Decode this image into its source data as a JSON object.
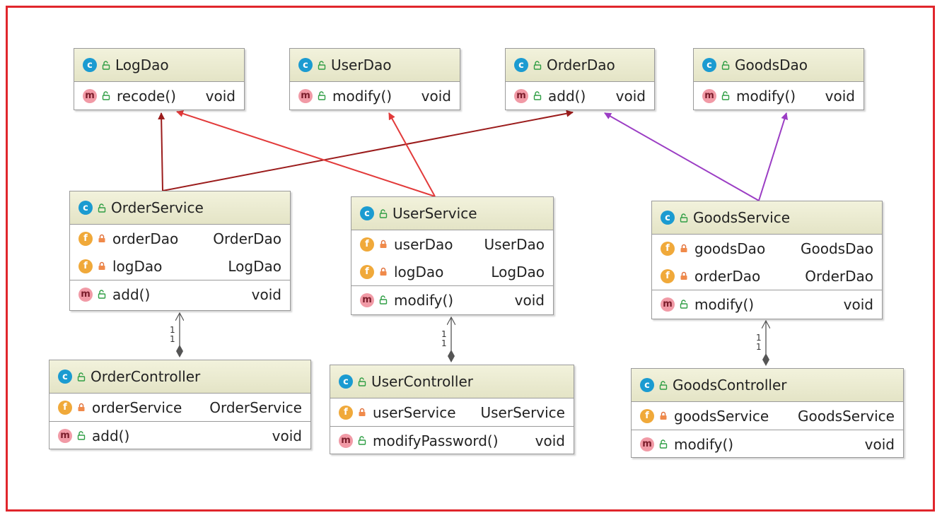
{
  "colors": {
    "frame": "#e0262c",
    "dark_red": "#9b1c1c",
    "red": "#e23a3a",
    "purple": "#9b3dc4",
    "gray": "#555555"
  },
  "classes": {
    "log_dao": {
      "name": "LogDao",
      "methods": [
        {
          "name": "recode()",
          "type": "void"
        }
      ]
    },
    "user_dao": {
      "name": "UserDao",
      "methods": [
        {
          "name": "modify()",
          "type": "void"
        }
      ]
    },
    "order_dao": {
      "name": "OrderDao",
      "methods": [
        {
          "name": "add()",
          "type": "void"
        }
      ]
    },
    "goods_dao": {
      "name": "GoodsDao",
      "methods": [
        {
          "name": "modify()",
          "type": "void"
        }
      ]
    },
    "order_service": {
      "name": "OrderService",
      "fields": [
        {
          "name": "orderDao",
          "type": "OrderDao"
        },
        {
          "name": "logDao",
          "type": "LogDao"
        }
      ],
      "methods": [
        {
          "name": "add()",
          "type": "void"
        }
      ]
    },
    "user_service": {
      "name": "UserService",
      "fields": [
        {
          "name": "userDao",
          "type": "UserDao"
        },
        {
          "name": "logDao",
          "type": "LogDao"
        }
      ],
      "methods": [
        {
          "name": "modify()",
          "type": "void"
        }
      ]
    },
    "goods_service": {
      "name": "GoodsService",
      "fields": [
        {
          "name": "goodsDao",
          "type": "GoodsDao"
        },
        {
          "name": "orderDao",
          "type": "OrderDao"
        }
      ],
      "methods": [
        {
          "name": "modify()",
          "type": "void"
        }
      ]
    },
    "order_controller": {
      "name": "OrderController",
      "fields": [
        {
          "name": "orderService",
          "type": "OrderService"
        }
      ],
      "methods": [
        {
          "name": "add()",
          "type": "void"
        }
      ]
    },
    "user_controller": {
      "name": "UserController",
      "fields": [
        {
          "name": "userService",
          "type": "UserService"
        }
      ],
      "methods": [
        {
          "name": "modifyPassword()",
          "type": "void"
        }
      ]
    },
    "goods_controller": {
      "name": "GoodsController",
      "fields": [
        {
          "name": "goodsService",
          "type": "GoodsService"
        }
      ],
      "methods": [
        {
          "name": "modify()",
          "type": "void"
        }
      ]
    }
  },
  "multiplicity": {
    "top": "1",
    "bottom": "1"
  },
  "icons": {
    "class": "c",
    "field": "f",
    "method": "m",
    "public": "unlock-icon",
    "private": "lock-icon"
  }
}
